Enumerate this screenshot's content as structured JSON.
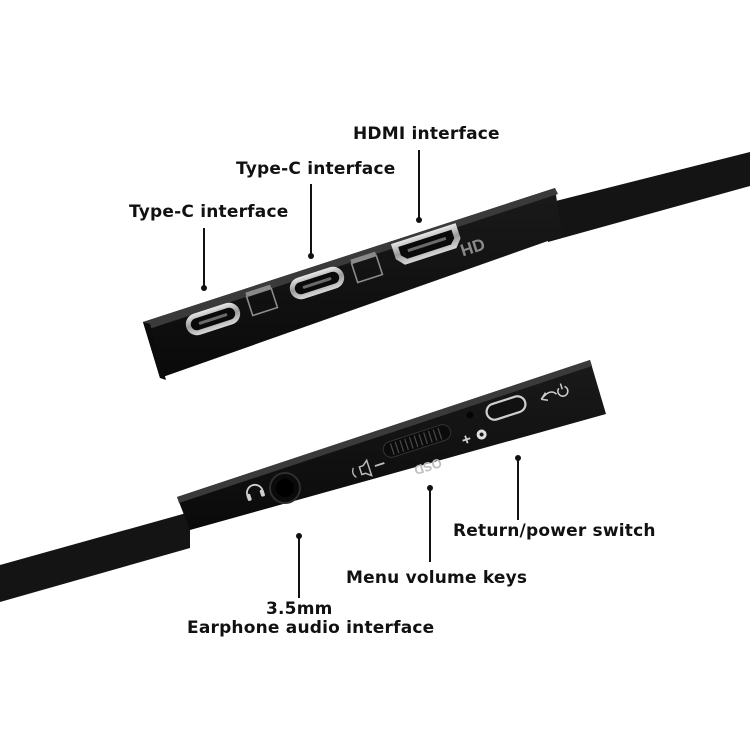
{
  "labels": {
    "hdmi": "HDMI interface",
    "typec_1": "Type-C interface",
    "typec_2": "Type-C interface",
    "return_power": "Return/power switch",
    "menu_volume": "Menu volume keys",
    "earphone_line1": "3.5mm",
    "earphone_line2": "Earphone audio interface"
  },
  "device_markings": {
    "hd": "HD",
    "osd": "OSD"
  },
  "colors": {
    "device_body": "#1c1c1c",
    "device_edge": "#0d0d0d",
    "port_silver": "#c8c8c8",
    "text": "#111111",
    "background": "#ffffff"
  }
}
